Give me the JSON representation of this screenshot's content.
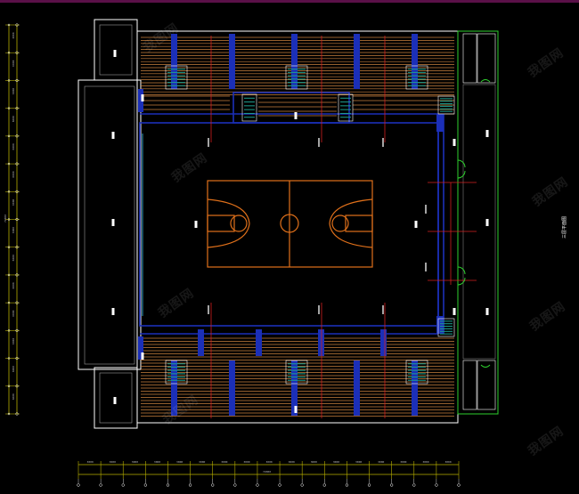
{
  "drawing": {
    "title_label": "三层平面图",
    "watermark_text": "我图网",
    "axis_bottom_labels": [
      "3000",
      "3000",
      "3000",
      "3000",
      "3000",
      "3000",
      "3000",
      "3000",
      "3000",
      "3000",
      "3000",
      "3000",
      "3000",
      "3000",
      "3000",
      "3000",
      "3000"
    ],
    "axis_bottom_total": "72000",
    "axis_left_labels": [
      "3000",
      "6000",
      "6000",
      "6000",
      "6000",
      "6000",
      "6000",
      "6000",
      "6000",
      "6000",
      "6000",
      "6000",
      "6000",
      "3000"
    ],
    "axis_left_total": "72000",
    "colors": {
      "background": "#000000",
      "wall": "#ffffff",
      "seating": "#c8803e",
      "structure_blue": "#1b2fb8",
      "court": "#e0701a",
      "stair": "#1ea090",
      "axis": "#b8b000",
      "annex_green": "#2ed02e",
      "red_line": "#d42020"
    }
  }
}
